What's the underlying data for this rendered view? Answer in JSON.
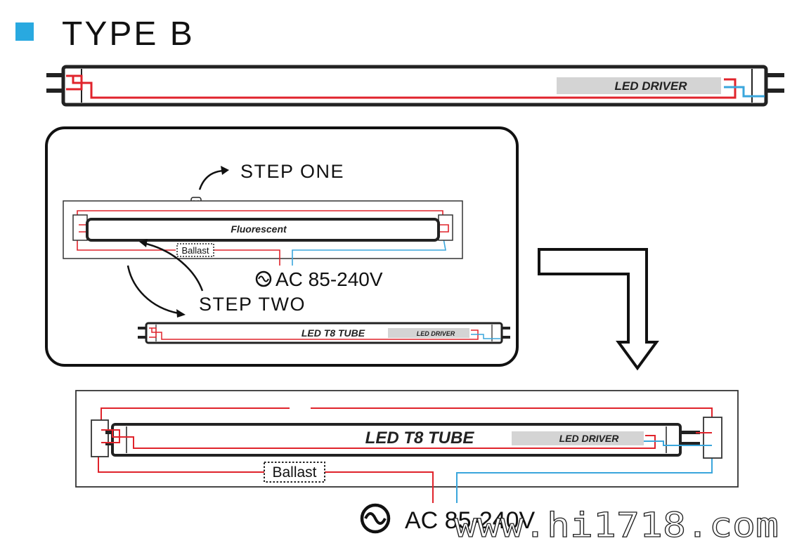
{
  "header": {
    "title": "TYPE B",
    "marker_color": "#29a9e0"
  },
  "colors": {
    "live_wire": "#e0232b",
    "neutral_wire": "#3aa6dc",
    "driver_box": "#d4d4d4",
    "outline": "#222222"
  },
  "top_tube": {
    "driver_label": "LED DRIVER"
  },
  "steps_panel": {
    "step_one_label": "STEP ONE",
    "step_two_label": "STEP TWO",
    "fluorescent_label": "Fluorescent",
    "ballast_label": "Ballast",
    "ac_label": "AC 85-240V",
    "small_tube_label": "LED T8 TUBE",
    "small_driver_label": "LED DRIVER",
    "starter_icon": "starter-icon",
    "ac_icon": "ac-source-icon"
  },
  "arrow_icon": "down-arrow-icon",
  "bottom_fixture": {
    "tube_label": "LED T8 TUBE",
    "driver_label": "LED DRIVER",
    "ballast_label": "Ballast",
    "ac_label": "AC 85-240V"
  },
  "watermark": "www.hi1718.com"
}
